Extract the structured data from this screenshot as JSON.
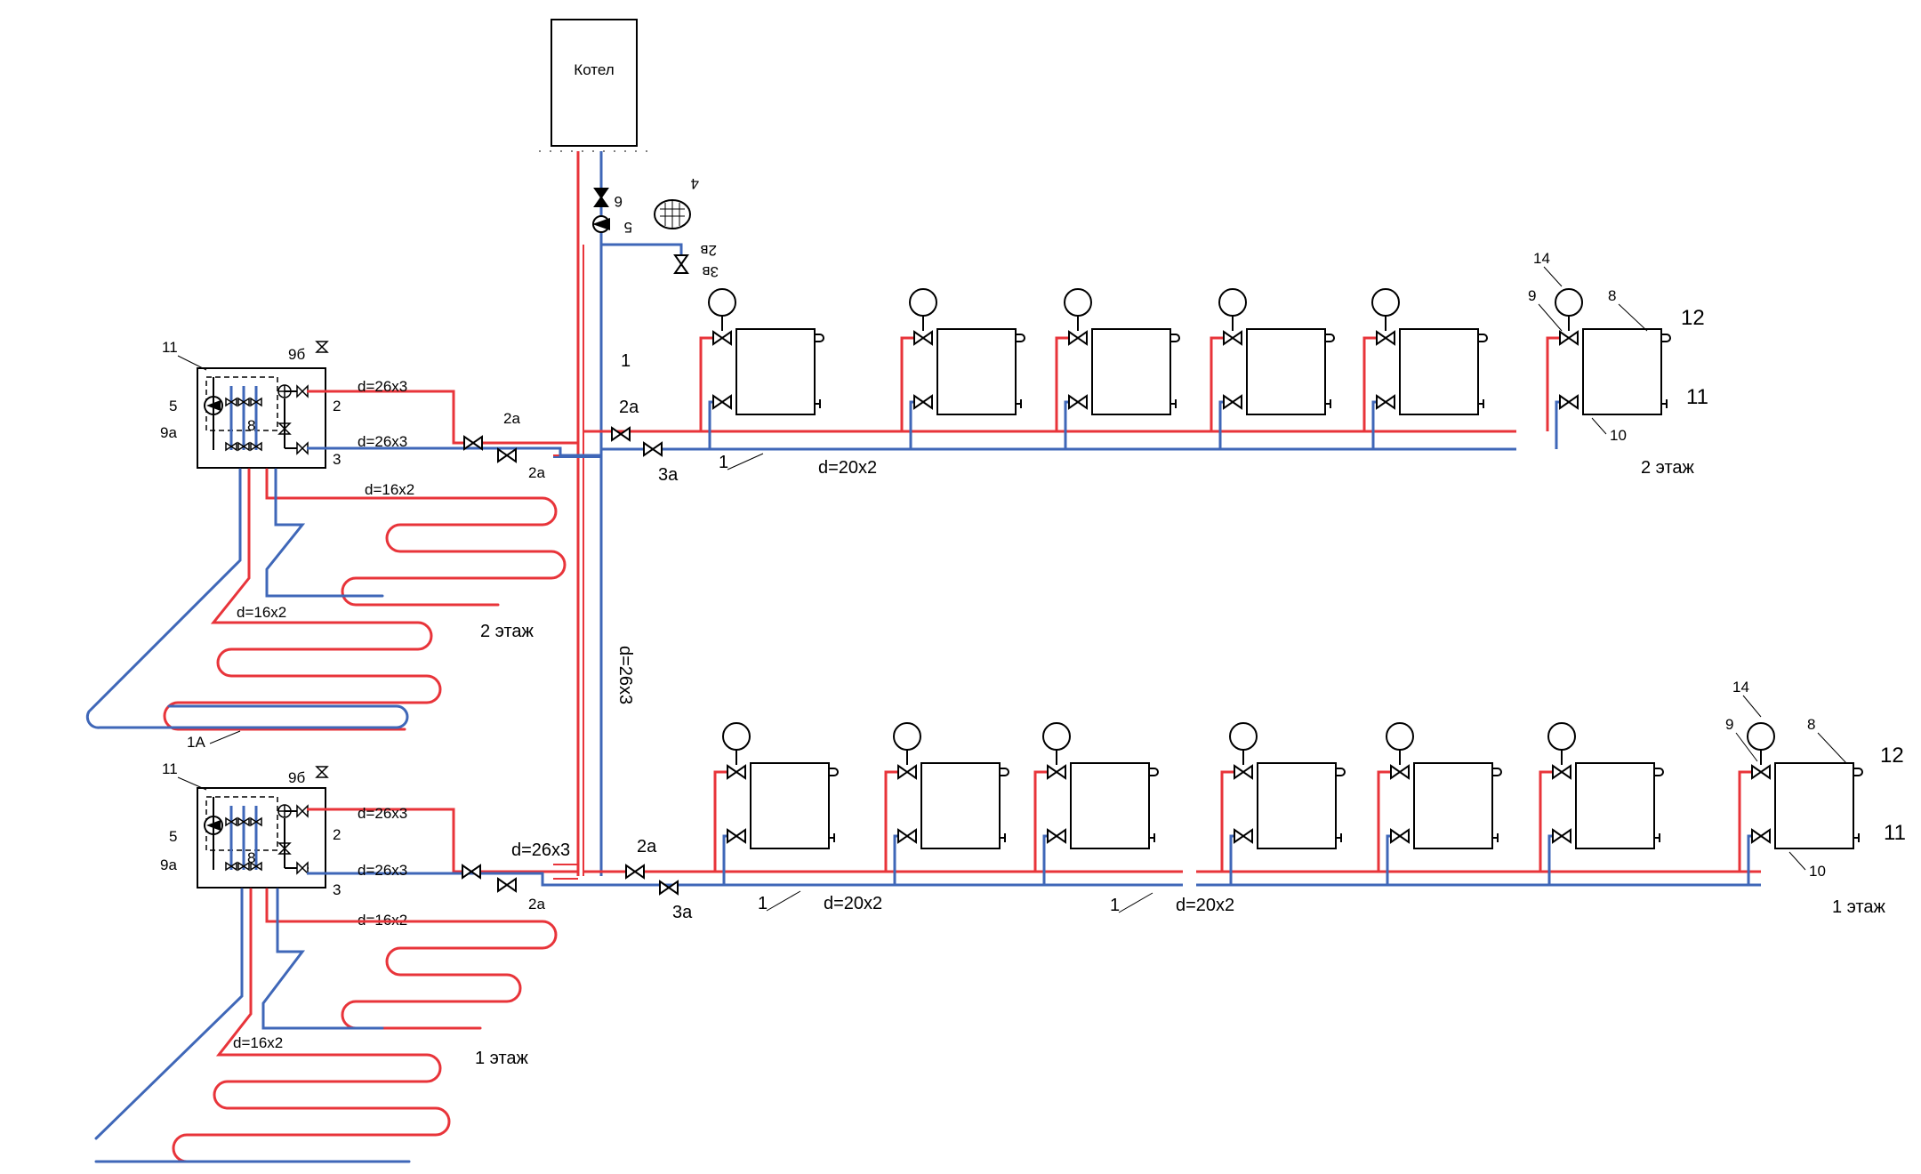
{
  "boiler": {
    "label": "Котел"
  },
  "colors": {
    "supply": "#e8343a",
    "return": "#3f67b8",
    "line": "#000000"
  },
  "icons": [
    "radiator-icon",
    "thermostatic-head-icon",
    "valve-icon",
    "pump-icon",
    "expansion-tank-icon",
    "manifold-icon"
  ],
  "labels": {
    "floor2": "2 этаж",
    "floor1": "1 этаж",
    "riser_d": "d=26x3",
    "pipe_d20": "d=20x2",
    "pipe_d26": "d=26x3",
    "pipe_d16": "d=16x2",
    "n1": "1",
    "n1a": "1A",
    "n2": "2",
    "n2a": "2a",
    "n3": "3",
    "n3a": "3a",
    "n4": "4",
    "n5": "5",
    "n6": "6",
    "n8": "8",
    "n9": "9",
    "n9a": "9a",
    "n9b": "9б",
    "n10": "10",
    "n11": "11",
    "n12": "12",
    "n14": "14",
    "n2v": "2в",
    "n3v": "3в"
  }
}
